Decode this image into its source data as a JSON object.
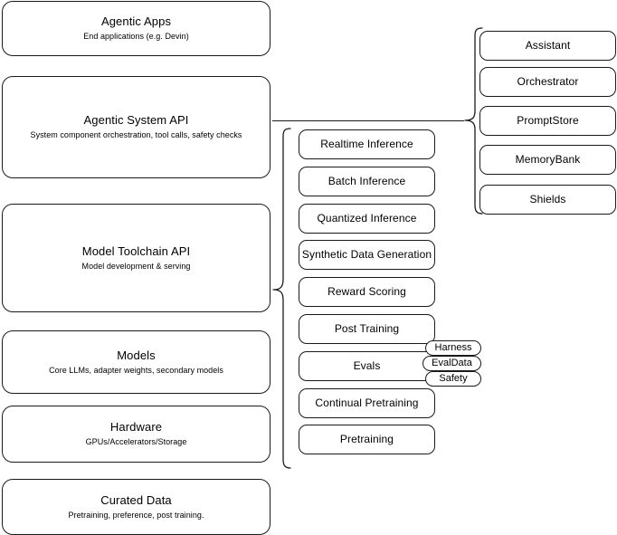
{
  "diagram": {
    "title": "AI Stack Layers Architecture Diagram",
    "stroke_color": "#1a1a1a",
    "background_color": "#ffffff"
  },
  "stack_layers": [
    {
      "id": "agentic-apps",
      "title": "Agentic Apps",
      "subtitle": "End applications (e.g. Devin)"
    },
    {
      "id": "agentic-system-api",
      "title": "Agentic System API",
      "subtitle": "System component orchestration, tool calls, safety checks"
    },
    {
      "id": "model-toolchain-api",
      "title": "Model Toolchain API",
      "subtitle": "Model development & serving"
    },
    {
      "id": "models",
      "title": "Models",
      "subtitle": "Core LLMs, adapter weights, secondary models"
    },
    {
      "id": "hardware",
      "title": "Hardware",
      "subtitle": "GPUs/Accelerators/Storage"
    },
    {
      "id": "curated-data",
      "title": "Curated Data",
      "subtitle": "Pretraining, preference, post training."
    }
  ],
  "toolchain_capabilities": [
    {
      "id": "realtime-inference",
      "label": "Realtime Inference"
    },
    {
      "id": "batch-inference",
      "label": "Batch Inference"
    },
    {
      "id": "quantized-inference",
      "label": "Quantized Inference"
    },
    {
      "id": "synthetic-data-generation",
      "label": "Synthetic Data Generation"
    },
    {
      "id": "reward-scoring",
      "label": "Reward Scoring"
    },
    {
      "id": "post-training",
      "label": "Post Training"
    },
    {
      "id": "evals",
      "label": "Evals"
    },
    {
      "id": "continual-pretraining",
      "label": "Continual Pretraining"
    },
    {
      "id": "pretraining",
      "label": "Pretraining"
    }
  ],
  "evals_tags": [
    {
      "id": "harness",
      "label": "Harness"
    },
    {
      "id": "evaldata",
      "label": "EvalData"
    },
    {
      "id": "safety",
      "label": "Safety"
    }
  ],
  "system_components": [
    {
      "id": "assistant",
      "label": "Assistant"
    },
    {
      "id": "orchestrator",
      "label": "Orchestrator"
    },
    {
      "id": "promptstore",
      "label": "PromptStore"
    },
    {
      "id": "memorybank",
      "label": "MemoryBank"
    },
    {
      "id": "shields",
      "label": "Shields"
    }
  ]
}
